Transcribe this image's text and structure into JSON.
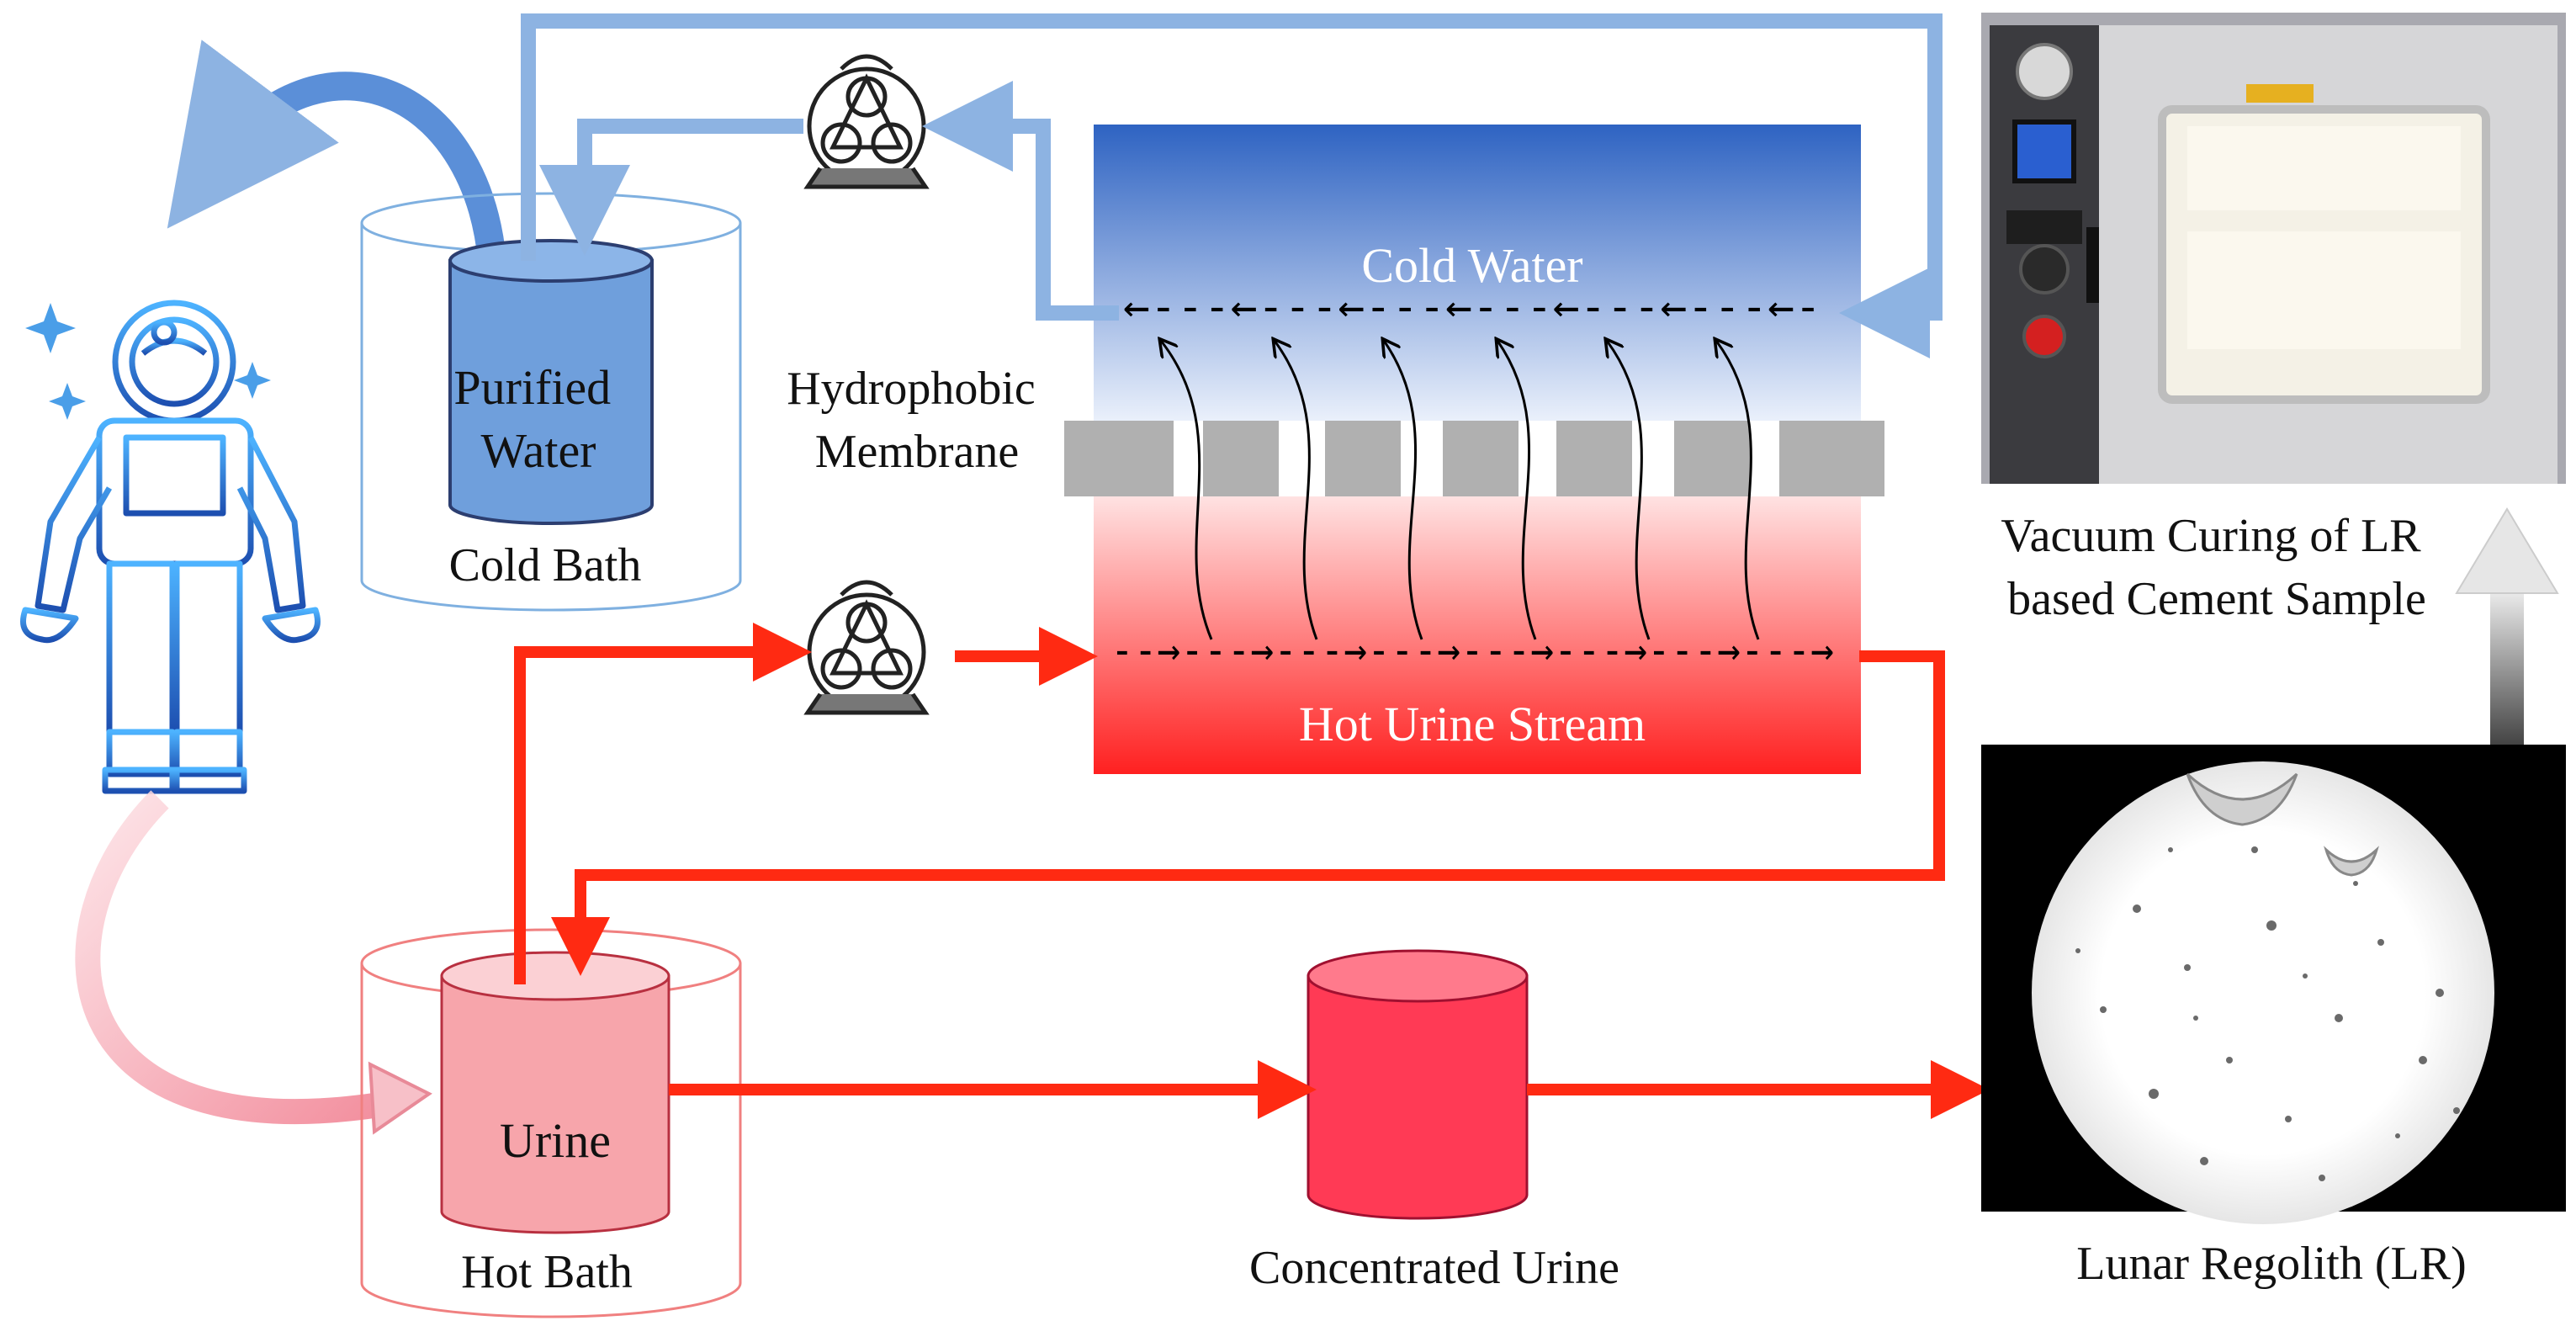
{
  "labels": {
    "purified_water": [
      "Purified",
      "Water"
    ],
    "cold_bath": "Cold Bath",
    "hydrophobic_membrane": [
      "Hydrophobic",
      "Membrane"
    ],
    "cold_water": "Cold Water",
    "hot_urine_stream": "Hot Urine Stream",
    "urine": "Urine",
    "hot_bath": "Hot Bath",
    "concentrated_urine": "Concentrated Urine",
    "lunar_regolith": "Lunar Regolith (LR)",
    "vacuum_curing": [
      "Vacuum Curing of LR",
      "based Cement Sample"
    ],
    "cold_flow_arrows": "←---←---←---←---←---←---←-",
    "hot_flow_arrows": "--→---→---→---→---→---→---→---→"
  },
  "colors": {
    "cold_arrow": "#8db3e2",
    "hot_arrow": "#ff2a12",
    "cold_top": "#2e63c2",
    "hot_bottom": "#ff2222",
    "astronaut": "#1e7ad6",
    "membrane": "#b0b0b0"
  }
}
